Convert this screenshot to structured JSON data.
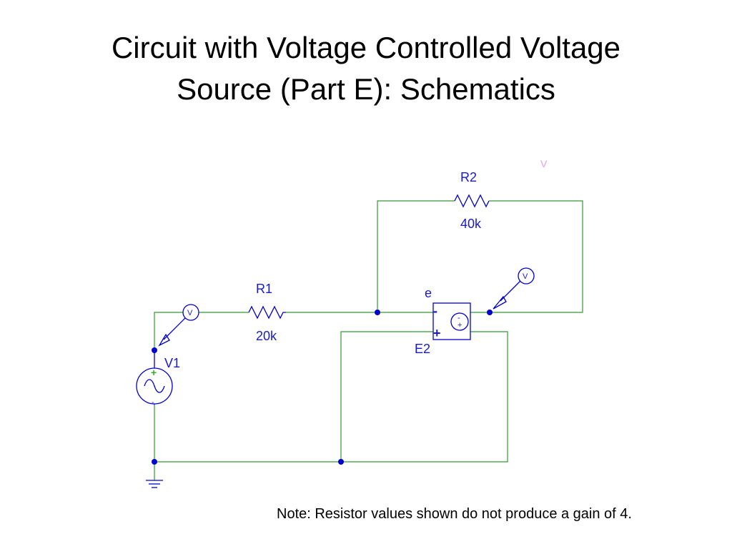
{
  "slide": {
    "title_line1": "Circuit with Voltage Controlled Voltage",
    "title_line2": "Source (Part E): Schematics",
    "note": "Note:  Resistor values shown do not produce a gain of 4."
  },
  "schematic": {
    "r1": {
      "name": "R1",
      "value": "20k"
    },
    "r2": {
      "name": "R2",
      "value": "40k"
    },
    "v1": {
      "name": "V1",
      "plus": "+",
      "minus": "-"
    },
    "e2": {
      "name": "E2",
      "net": "e",
      "minus": "-",
      "plus": "+",
      "inner_minus": "-",
      "inner_plus": "+"
    },
    "probe_v1_label": "V",
    "probe_out_label": "V",
    "faint_marker_label": "V",
    "colors": {
      "wire": "#339933",
      "part": "#0000cc",
      "junction": "#0000cc",
      "label": "#1a1acc"
    }
  }
}
